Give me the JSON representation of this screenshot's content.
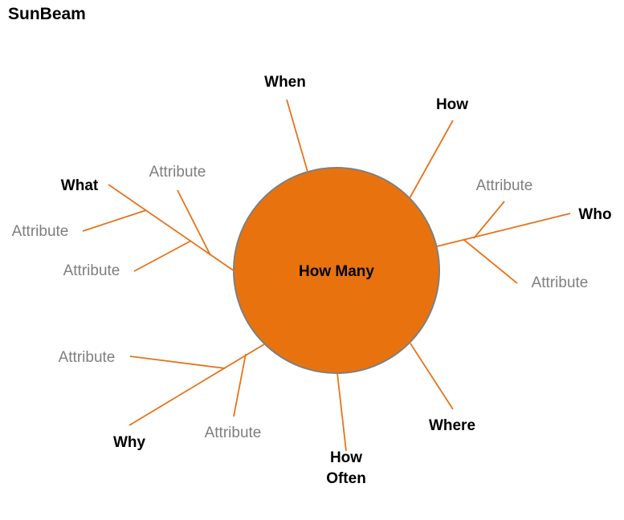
{
  "title": "SunBeam",
  "center": {
    "label": "How Many",
    "fill": "#e8730e",
    "stroke": "#7f7f7f"
  },
  "line_color": "#e8731a",
  "directions": {
    "when": "When",
    "how": "How",
    "who": "Who",
    "where": "Where",
    "how_often_1": "How",
    "how_often_2": "Often",
    "why": "Why",
    "what": "What"
  },
  "attributes": {
    "what_top": "Attribute",
    "what_left": "Attribute",
    "what_bottom": "Attribute",
    "who_top": "Attribute",
    "who_bottom": "Attribute",
    "why_top": "Attribute",
    "why_bottom": "Attribute"
  }
}
